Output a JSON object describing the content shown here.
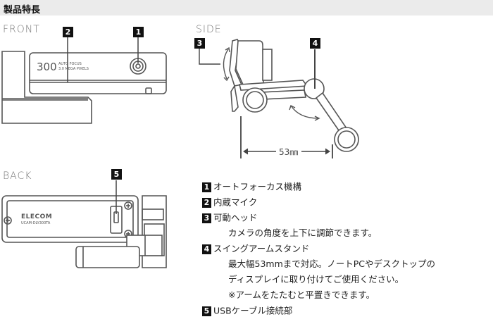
{
  "header": {
    "title": "製品特長"
  },
  "views": {
    "front": "FRONT",
    "side": "SIDE",
    "back": "BACK"
  },
  "camera_front": {
    "model_number": "300",
    "line1": "AUTO FOCUS",
    "line2": "3.0 MEGA PIXELS"
  },
  "camera_back": {
    "brand": "ELECOM",
    "model": "UCAM-DLY300TA"
  },
  "side_dimension": "53㎜",
  "callouts": [
    "1",
    "2",
    "3",
    "4",
    "5"
  ],
  "features": [
    {
      "num": "1",
      "title": "オートフォーカス機構",
      "desc": []
    },
    {
      "num": "2",
      "title": "内蔵マイク",
      "desc": []
    },
    {
      "num": "3",
      "title": "可動ヘッド",
      "desc": [
        "カメラの角度を上下に調節できます。"
      ]
    },
    {
      "num": "4",
      "title": "スイングアームスタンド",
      "desc": [
        "最大幅53mmまで対応。ノートPCやデスクトップの",
        "ディスプレイに取り付けてご使用ください。",
        "※アームをたたむと平置きできます。"
      ]
    },
    {
      "num": "5",
      "title": "USBケーブル接続部",
      "desc": []
    }
  ]
}
